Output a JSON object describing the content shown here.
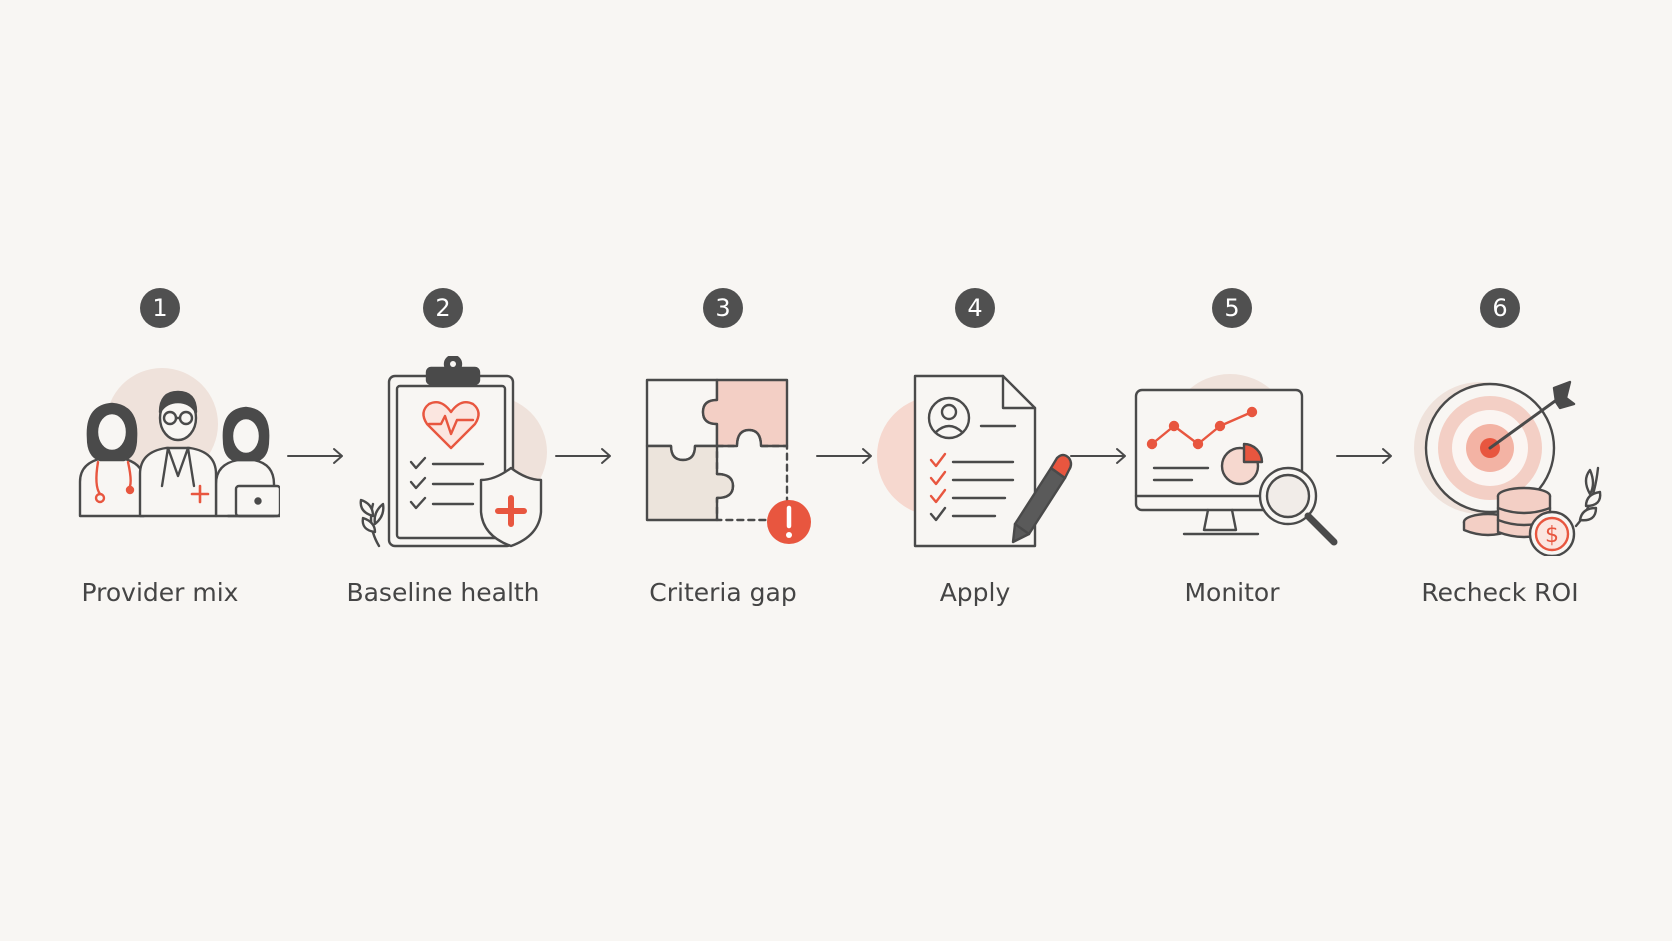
{
  "colors": {
    "background": "#f8f6f3",
    "badge": "#505050",
    "badge_text": "#ffffff",
    "stroke": "#4a4a4a",
    "accent": "#e8563f",
    "soft_accent": "#f3cfc5",
    "blob": "#efe2db",
    "label": "#454545"
  },
  "steps": [
    {
      "number": "1",
      "label": "Provider mix",
      "icon": "providers-icon"
    },
    {
      "number": "2",
      "label": "Baseline health",
      "icon": "clipboard-health-icon"
    },
    {
      "number": "3",
      "label": "Criteria gap",
      "icon": "puzzle-gap-icon"
    },
    {
      "number": "4",
      "label": "Apply",
      "icon": "application-form-icon"
    },
    {
      "number": "5",
      "label": "Monitor",
      "icon": "monitor-chart-icon"
    },
    {
      "number": "6",
      "label": "Recheck ROI",
      "icon": "target-roi-icon"
    }
  ]
}
